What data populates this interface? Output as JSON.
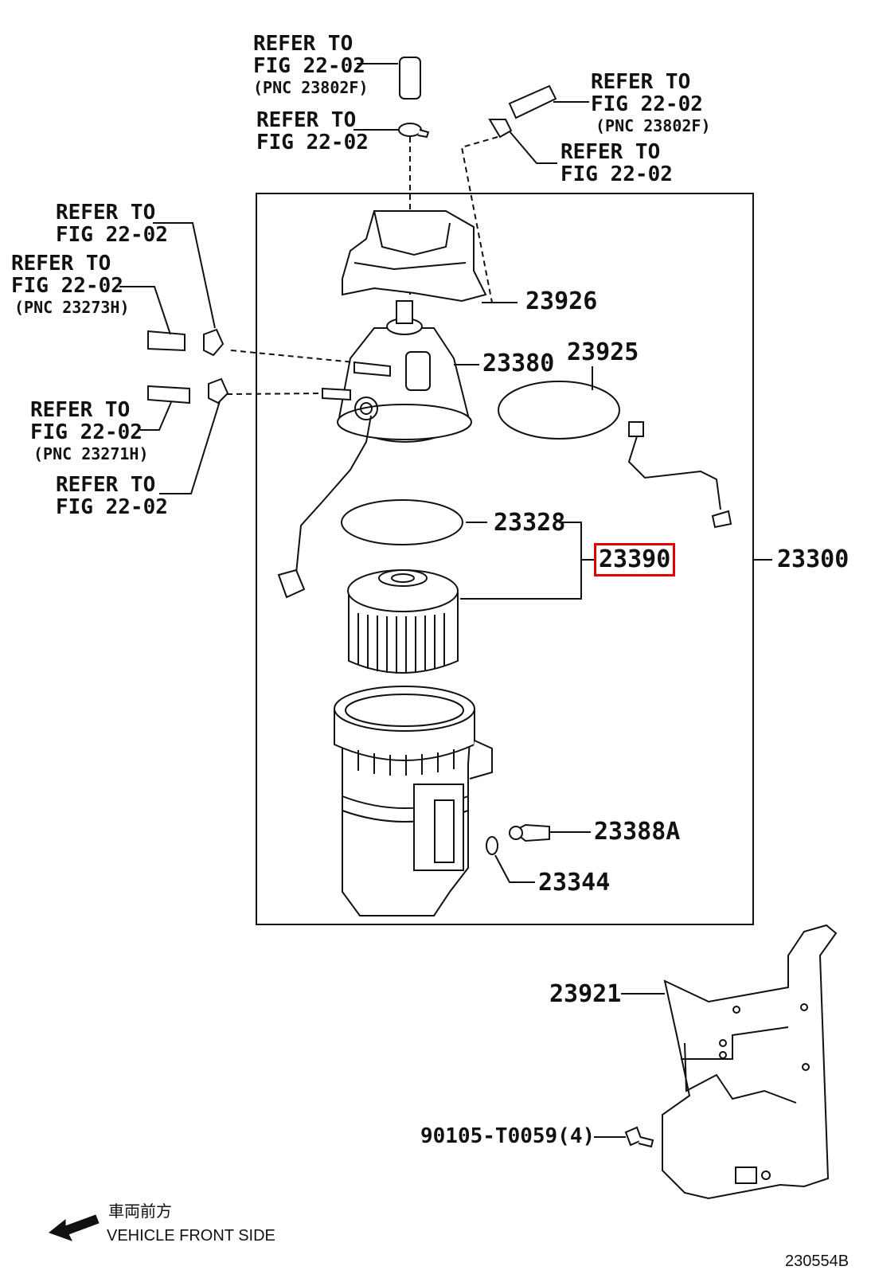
{
  "labels": {
    "refer_to_1": "REFER TO",
    "fig_1": "FIG 22-02",
    "pnc_1": "(PNC 23802F)",
    "refer_to_2": "REFER TO",
    "fig_2": "FIG 22-02",
    "refer_to_3": "REFER TO",
    "fig_3": "FIG 22-02",
    "pnc_3": "(PNC 23802F)",
    "refer_to_4": "REFER TO",
    "fig_4": "FIG 22-02",
    "refer_to_5": "REFER TO",
    "fig_5": "FIG 22-02",
    "refer_to_6": "REFER TO",
    "fig_6": "FIG 22-02",
    "pnc_6": "(PNC 23273H)",
    "refer_to_7": "REFER TO",
    "fig_7": "FIG 22-02",
    "pnc_7": "(PNC 23271H)",
    "refer_to_8": "REFER TO",
    "fig_8": "FIG 22-02"
  },
  "parts": {
    "p23926": "23926",
    "p23380": "23380",
    "p23925": "23925",
    "p23328": "23328",
    "p23390": "23390",
    "p23300": "23300",
    "p23388A": "23388A",
    "p23344": "23344",
    "p23921": "23921",
    "p90105": "90105-T0059(4)"
  },
  "footer": {
    "direction_jp": "車両前方",
    "direction_en": "VEHICLE FRONT SIDE",
    "figure_id": "230554B"
  },
  "highlight_color": "#e00000"
}
